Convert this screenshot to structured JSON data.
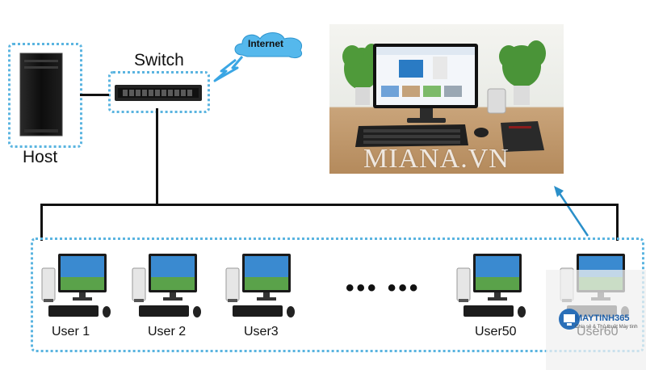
{
  "host": {
    "label": "Host"
  },
  "switch": {
    "label": "Switch"
  },
  "internet": {
    "label": "Internet"
  },
  "watermark": {
    "text": "MIANA.VN"
  },
  "users": [
    {
      "label": "User 1"
    },
    {
      "label": "User 2"
    },
    {
      "label": "User3"
    },
    {
      "label": "User50"
    },
    {
      "label": "User60"
    }
  ],
  "ellipsis": "••• •••",
  "logo": {
    "brand": "MAYTINH365",
    "tagline": "Chia sẻ & Thủ thuật Máy tính"
  },
  "colors": {
    "dotted_border": "#5ab4e0",
    "wire": "#111111",
    "arrow": "#2a8fc9",
    "cloud": "#55b8ec"
  }
}
